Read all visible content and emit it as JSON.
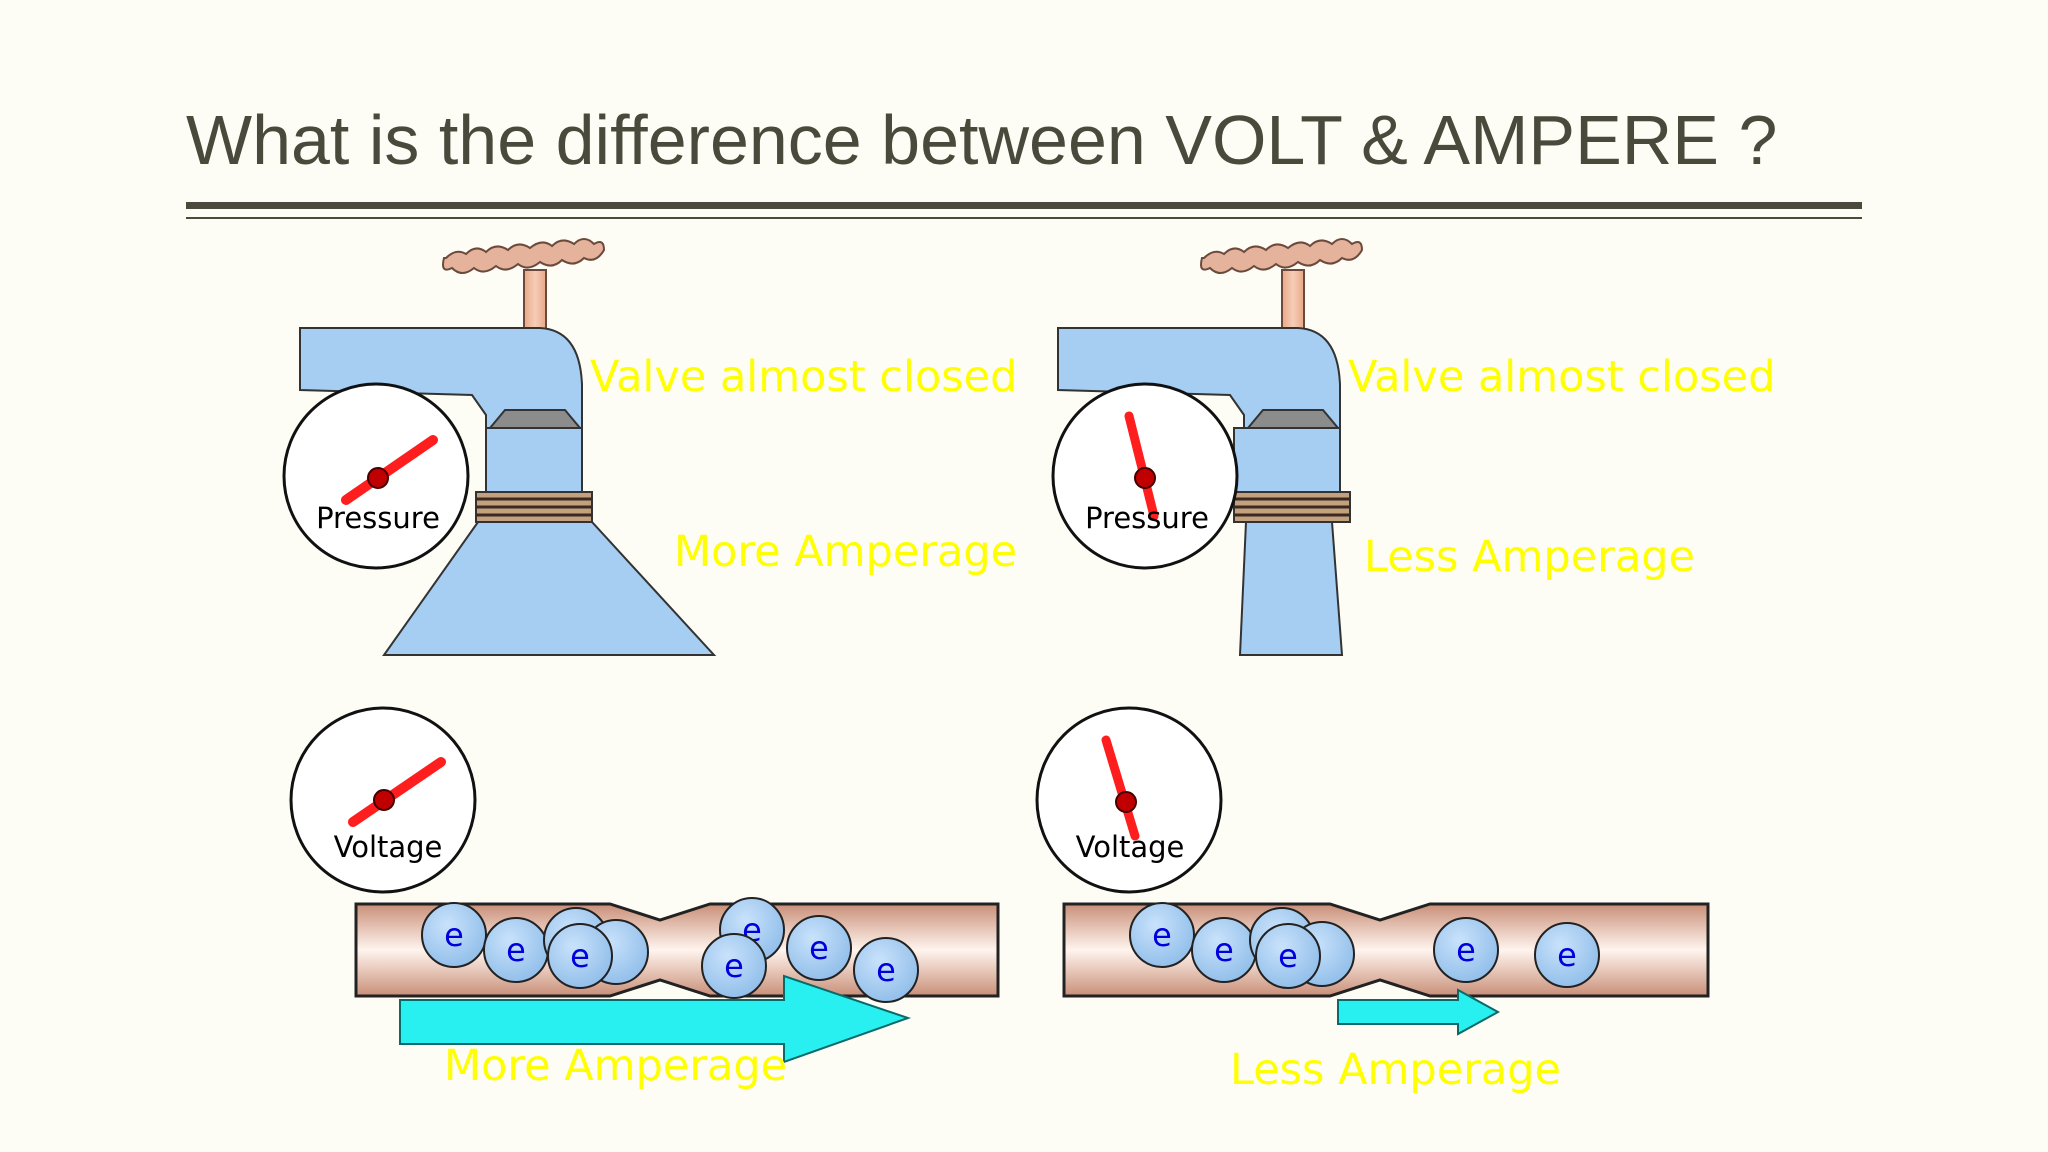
{
  "slide": {
    "title": "What is the difference between VOLT & AMPERE ?"
  },
  "left_faucet": {
    "valve_label": "Valve almost closed",
    "gauge_label": "Pressure",
    "flow_label": "More Amperage"
  },
  "right_faucet": {
    "valve_label": "Valve almost closed",
    "gauge_label": "Pressure",
    "flow_label": "Less Amperage"
  },
  "left_wire": {
    "gauge_label": "Voltage",
    "flow_label": "More Amperage",
    "electron_symbol": "e"
  },
  "right_wire": {
    "gauge_label": "Voltage",
    "flow_label": "Less Amperage",
    "electron_symbol": "e"
  },
  "colors": {
    "water": "#a6cdf2",
    "pipe_copper": "#d9a48f",
    "arrow": "#29f0f0",
    "label_yellow": "#ffff00",
    "needle": "#ff1e1e",
    "title_text": "#4a4a3c"
  }
}
